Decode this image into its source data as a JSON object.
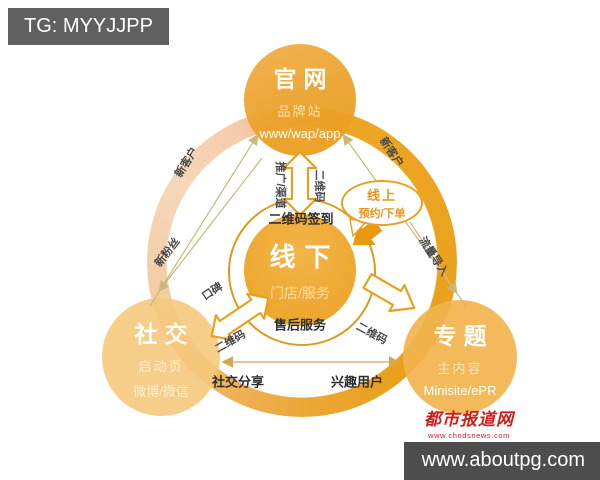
{
  "watermarks": {
    "tg_badge": "TG: MYYJJPP",
    "aboutpg_badge": "www.aboutpg.com"
  },
  "source_logo": {
    "name": "都市报道网",
    "url": "www.chndsnews.com"
  },
  "diagram": {
    "nodes": {
      "official_site": {
        "title": "官网",
        "subtitle": "品牌站",
        "detail": "www/wap/app"
      },
      "offline": {
        "title": "线下",
        "subtitle": "门店/服务",
        "top_label": "二维码签到",
        "bottom_label": "售后服务"
      },
      "social": {
        "title": "社交",
        "subtitle": "启动页",
        "detail": "微博/微信"
      },
      "topic": {
        "title": "专题",
        "subtitle": "主内容",
        "detail": "Minisite/ePR"
      }
    },
    "edges": {
      "new_customer_left": "新客户",
      "new_customer_right": "新客户",
      "promo_channel": "推广/渠道",
      "qr_code_top": "二维码",
      "new_fans": "新粉丝",
      "traffic_import": "流量导入",
      "word_of_mouth": "口碑",
      "qr_code_left": "二维码",
      "qr_code_right": "二维码",
      "social_share": "社交分享",
      "interest_users": "兴趣用户"
    },
    "bubble": {
      "line1": "线上",
      "line2": "预约/下单"
    },
    "colors": {
      "accent_orange": "#E8A01E",
      "ring_pale": "#F5D2B0",
      "official_circle": "#EDA431",
      "social_circle": "#F6C97D",
      "topic_circle": "#F2B44E",
      "core_circle": "#EFA930",
      "label_dark": "#2E2E2E",
      "logo_red": "#CF1F1C",
      "badge_gray": "#5A5A5A"
    }
  }
}
